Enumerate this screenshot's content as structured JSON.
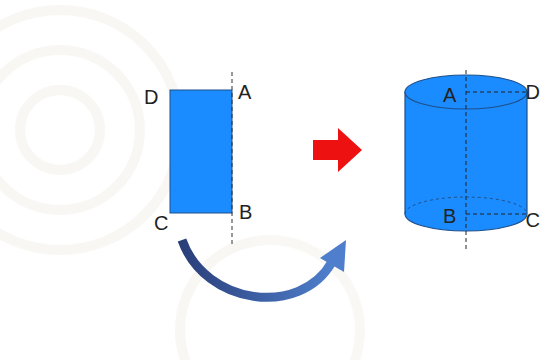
{
  "diagram": {
    "labels": [
      "D",
      "A",
      "C",
      "B",
      "A",
      "D",
      "B",
      "C"
    ]
  }
}
